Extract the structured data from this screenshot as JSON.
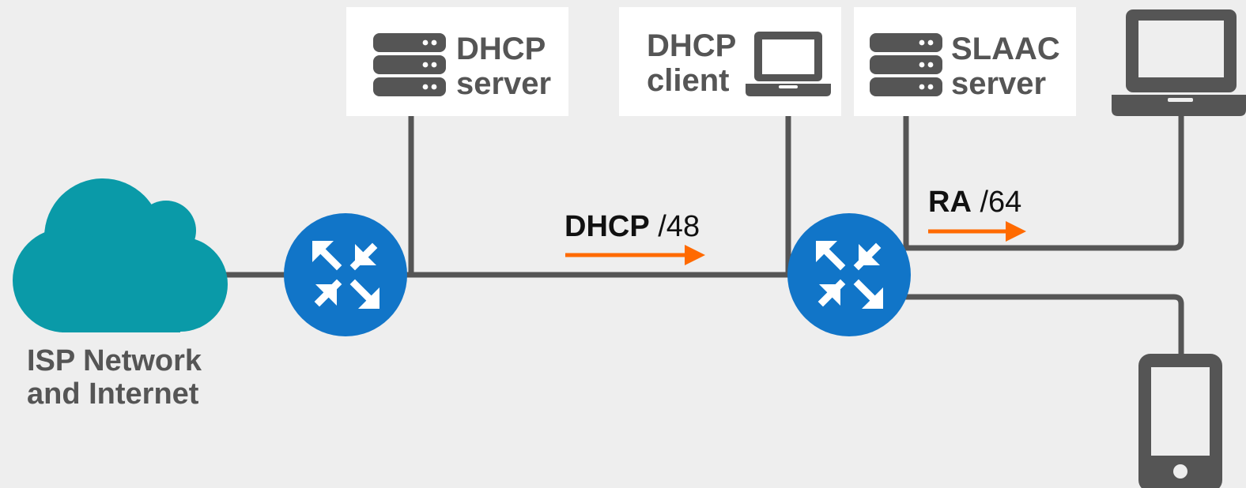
{
  "colors": {
    "background": "#eeeeee",
    "line": "#555555",
    "cloud": "#0a9aa8",
    "router": "#1175c8",
    "arrow": "#ff6a00",
    "label_box": "#ffffff"
  },
  "icons": {
    "cloud": "cloud-icon",
    "router": "router-icon",
    "server": "server-icon",
    "laptop": "laptop-icon",
    "phone": "smartphone-icon"
  },
  "isp": {
    "line1": "ISP Network",
    "line2": "and Internet"
  },
  "dhcp_server": {
    "line1": "DHCP",
    "line2": "server"
  },
  "dhcp_client": {
    "line1": "DHCP",
    "line2": "client"
  },
  "slaac_server": {
    "line1": "SLAAC",
    "line2": "server"
  },
  "flows": {
    "dhcp": {
      "protocol": "DHCP",
      "prefix": "/48"
    },
    "ra": {
      "protocol": "RA",
      "prefix": "/64"
    }
  }
}
